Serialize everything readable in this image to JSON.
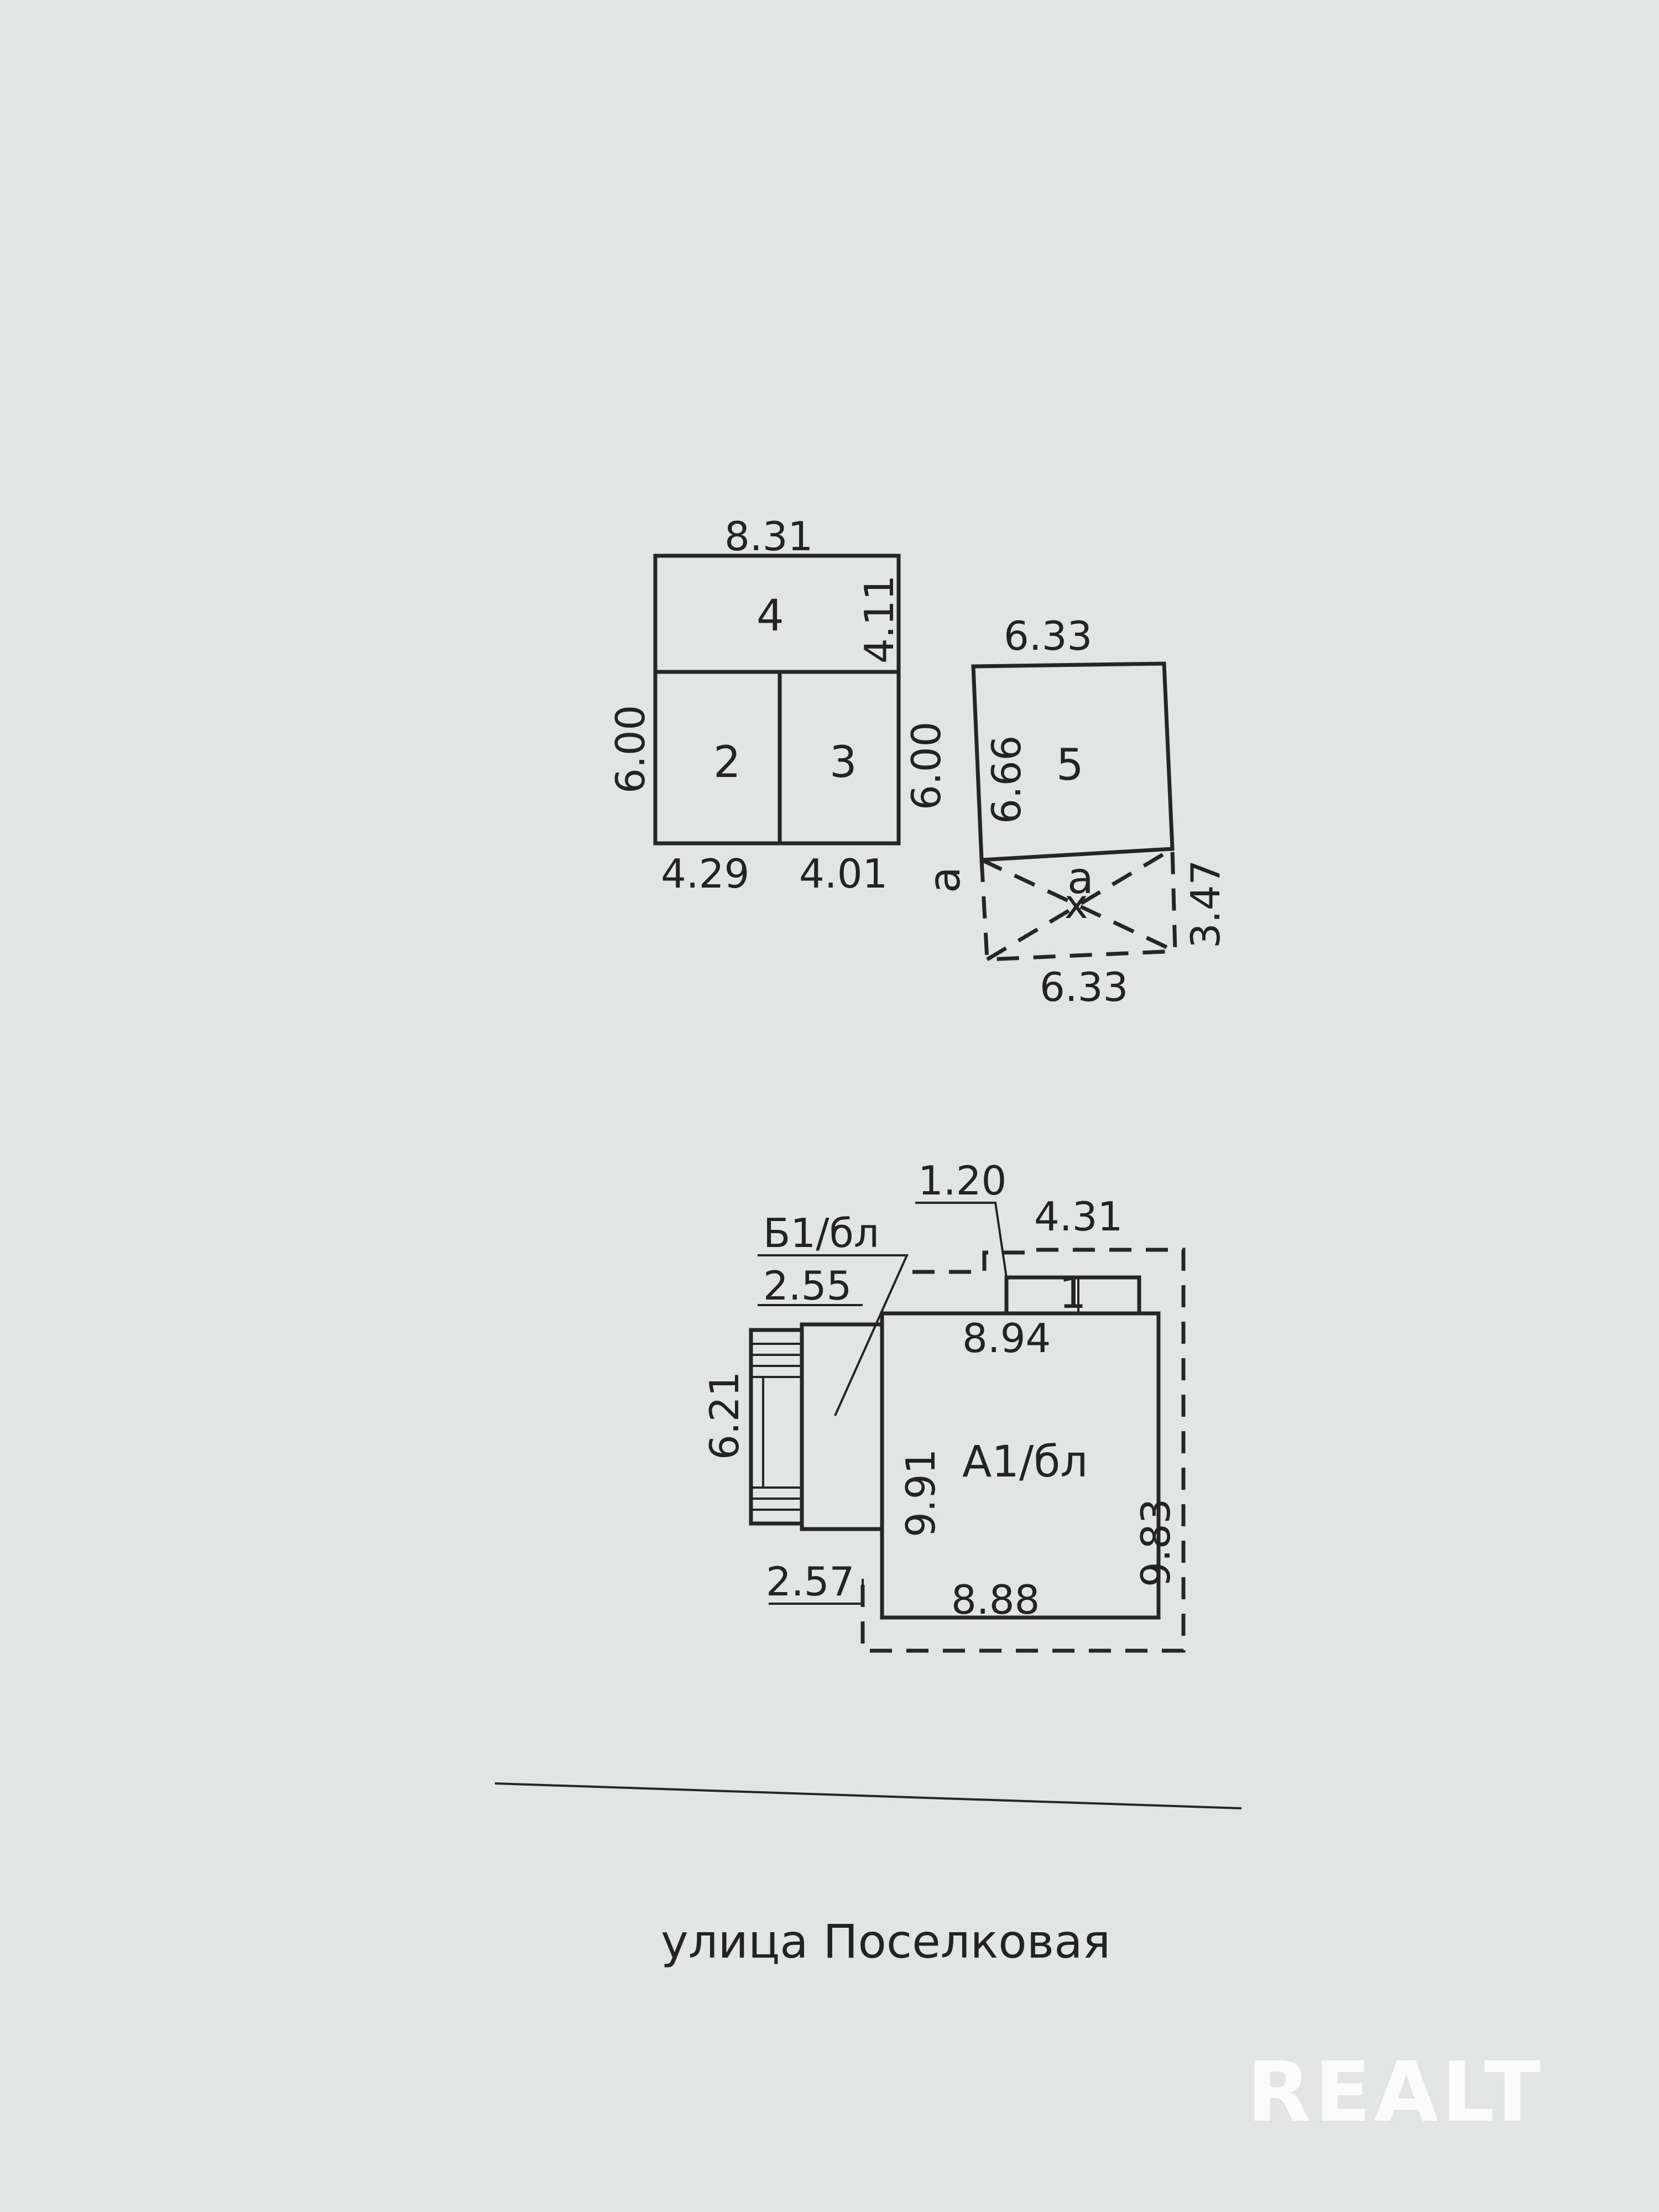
{
  "plan": {
    "outbuilding_1": {
      "top_width": "8.31",
      "room_4": "4",
      "room_4_depth": "4.11",
      "room_2": "2",
      "room_3": "3",
      "left_height": "6.00",
      "right_height": "6.00",
      "bottom_left": "4.29",
      "bottom_right": "4.01"
    },
    "outbuilding_2": {
      "top_width": "6.33",
      "room_5": "5",
      "left_height": "6.66",
      "covered_label": "а",
      "covered_side_label": "а",
      "covered_x": "х",
      "right_height": "3.47",
      "bottom_width": "6.33"
    },
    "main_house": {
      "leader_top": "1.20",
      "top_right_width": "4.31",
      "annex_label": "Б1/бл",
      "annex_width": "2.55",
      "porch_label": "1",
      "top_width": "8.94",
      "annex_height": "6.21",
      "left_height": "9.91",
      "house_label": "А1/бл",
      "right_height": "9.83",
      "annex_bottom": "2.57",
      "bottom_width": "8.88"
    },
    "street_name": "улица Поселковая"
  },
  "watermark": "REALT",
  "colors": {
    "paper": "#e3e5e4",
    "ink": "#232323"
  }
}
